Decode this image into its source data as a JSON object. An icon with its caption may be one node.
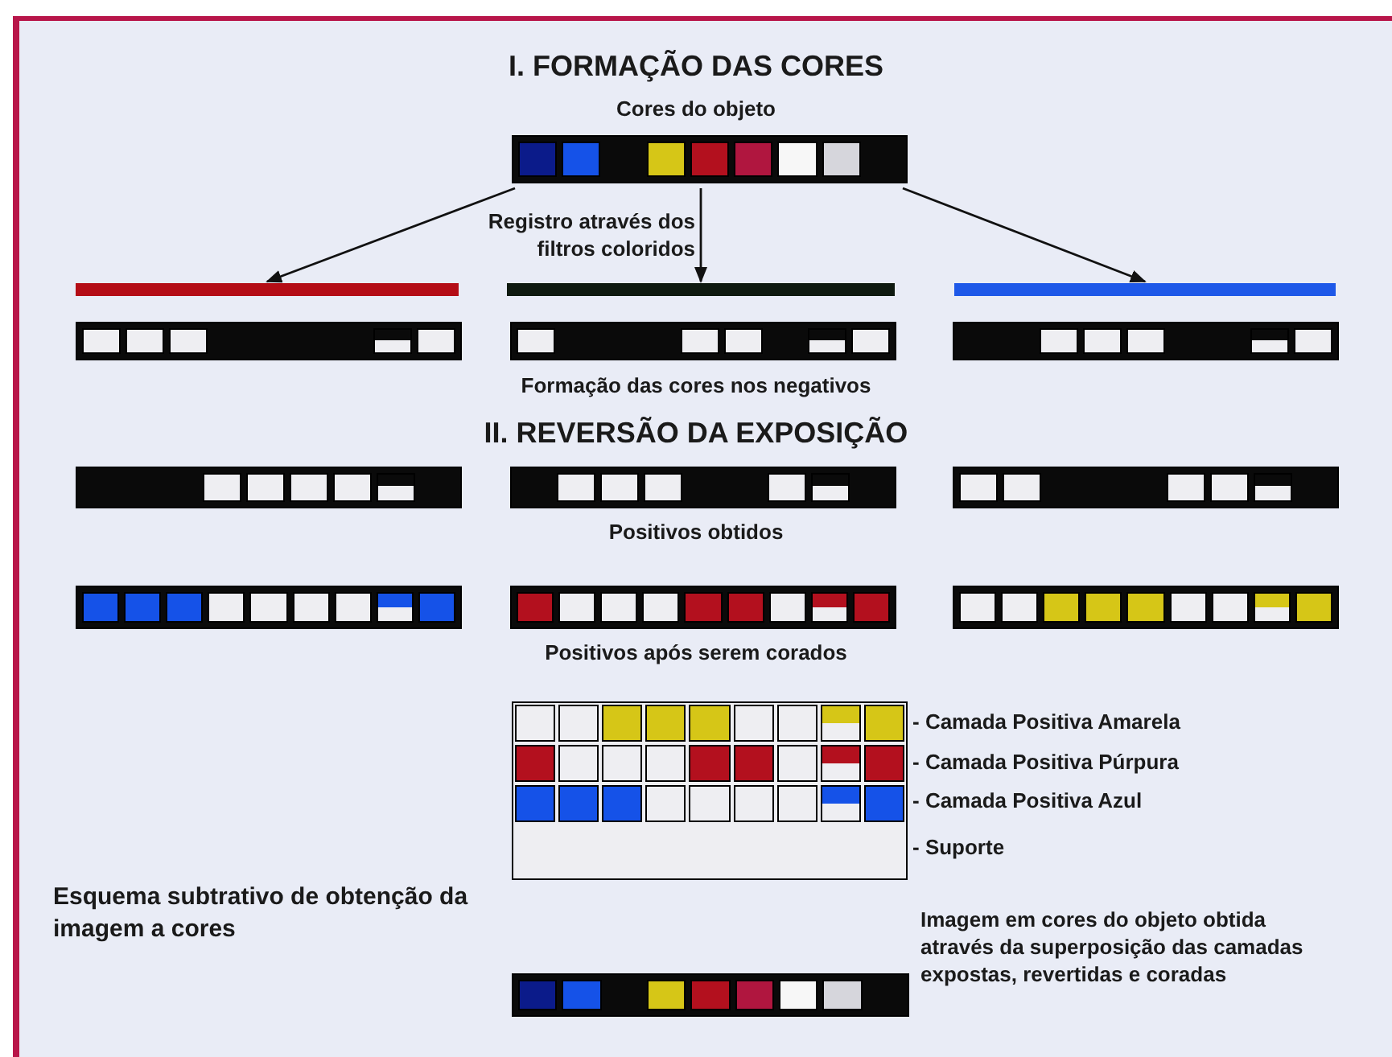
{
  "diagram": {
    "nodes": [
      {
        "text": [
          "Cores do objeto"
        ]
      },
      {
        "text": [],
        "shape": "bar"
      },
      {
        "text": [],
        "shape": "bar"
      },
      {
        "text": [],
        "shape": "bar"
      }
    ],
    "edges": [
      {
        "from": 0,
        "to": 1,
        "arrow": "to"
      },
      {
        "from": 0,
        "to": 2,
        "arrow": "to"
      },
      {
        "from": 0,
        "to": 3,
        "arrow": "to"
      }
    ],
    "labels": [
      "I. FORMAÇÃO DAS CORES",
      "Registro através dos filtros coloridos",
      "Formação das cores nos negativos",
      "II. REVERSÃO DA EXPOSIÇÃO",
      "Positivos obtidos",
      "Positivos após serem corados",
      "- Camada Positiva Amarela",
      "- Camada Positiva Púrpura",
      "- Camada Positiva Azul",
      "- Suporte",
      "Esquema subtrativo de obtenção da imagem a cores",
      "Imagem em cores do objeto obtida através da superposição das camadas expostas, revertidas e coradas"
    ]
  }
}
